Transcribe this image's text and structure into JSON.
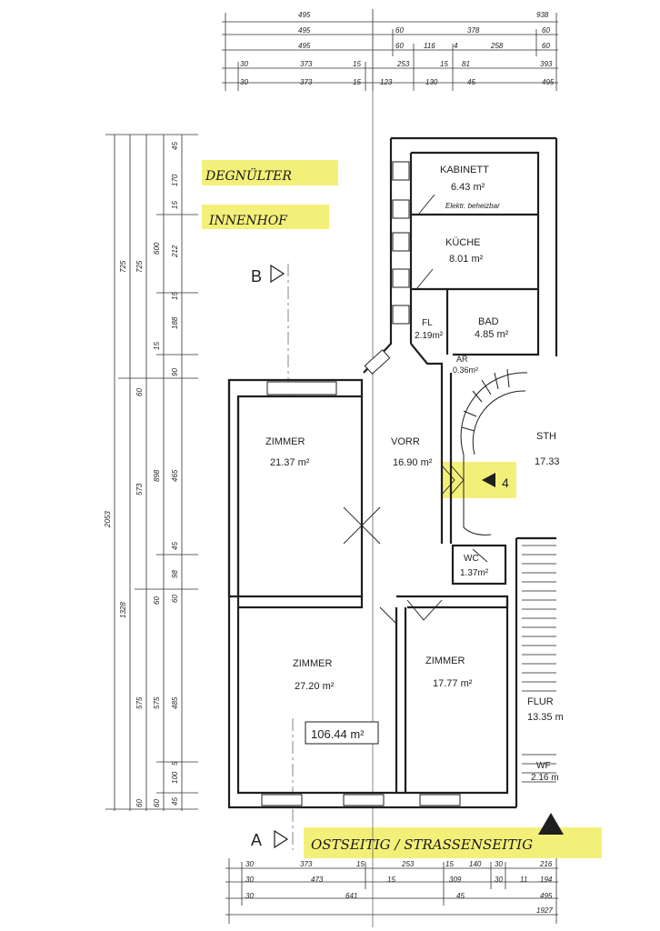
{
  "top_dims": {
    "row1": [
      "495",
      "938"
    ],
    "row2": [
      "495",
      "60",
      "378",
      "60"
    ],
    "row3": [
      "495",
      "60",
      "116",
      "4",
      "258",
      "60"
    ],
    "row4": [
      "30",
      "373",
      "15",
      "253",
      "15",
      "81",
      "393"
    ],
    "row5": [
      "30",
      "373",
      "15",
      "123",
      "130",
      "45",
      "495"
    ]
  },
  "bottom_dims": {
    "row1": [
      "30",
      "373",
      "15",
      "253",
      "15",
      "140",
      "30",
      "216"
    ],
    "row2": [
      "30",
      "473",
      "15",
      "309",
      "30",
      "11",
      "194"
    ],
    "row3": [
      "30",
      "641",
      "45",
      "495"
    ],
    "row4": [
      "1927"
    ]
  },
  "left_dims": {
    "overall": "2053",
    "col_a": [
      "725",
      "1328"
    ],
    "col_b": [
      "725",
      "573",
      "575",
      "60"
    ],
    "col_c": [
      "600",
      "898",
      "60",
      "575",
      "60"
    ],
    "col_d": [
      "45",
      "170",
      "15",
      "212",
      "15",
      "188",
      "15",
      "90",
      "60",
      "465",
      "45",
      "98",
      "60",
      "485",
      "100",
      "5",
      "45"
    ]
  },
  "rooms": {
    "kabinett": {
      "name": "KABINETT",
      "area": "6.43 m²",
      "note": "Elektr. beheizbar"
    },
    "kueche": {
      "name": "KÜCHE",
      "area": "8.01 m²"
    },
    "fl": {
      "name": "FL",
      "area": "2.19m²"
    },
    "bad": {
      "name": "BAD",
      "area": "4.85 m²"
    },
    "ar": {
      "name": "AR",
      "area": "0.36m²"
    },
    "zimmer1": {
      "name": "ZIMMER",
      "area": "21.37 m²"
    },
    "vorr": {
      "name": "VORR",
      "area": "16.90 m²"
    },
    "sth": {
      "name": "STH",
      "area": "17.33"
    },
    "wc": {
      "name": "WC",
      "area": "1.37m²"
    },
    "zimmer2": {
      "name": "ZIMMER",
      "area": "27.20 m²"
    },
    "zimmer3": {
      "name": "ZIMMER",
      "area": "17.77 m²"
    },
    "flur": {
      "name": "FLUR",
      "area": "13.35 m"
    },
    "wf": {
      "name": "WF",
      "area": "2.16 m"
    }
  },
  "total_area": "106.44 m²",
  "section_marks": {
    "b": "B",
    "a": "A",
    "entry": "4"
  },
  "annotations": {
    "innenhof_1": "DEGNÜLTER",
    "innenhof_2": "INNENHOF",
    "street_side": "OSTSEITIG / STRASSENSEITIG"
  },
  "colors": {
    "highlight": "#f3f07a",
    "ink": "#1f1f1f"
  }
}
